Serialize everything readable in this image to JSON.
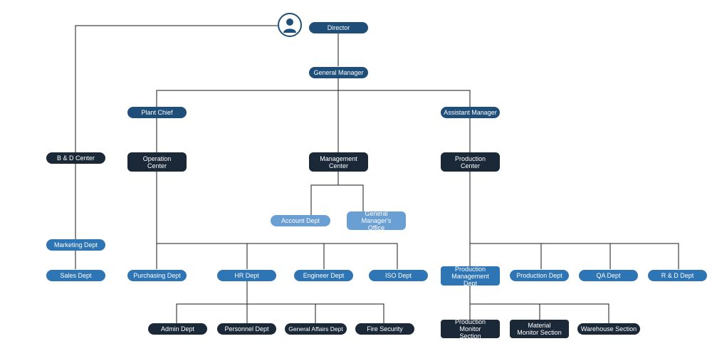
{
  "colors": {
    "navy": "#1f4e79",
    "blue": "#2e75b6",
    "dark": "#1b2838",
    "light": "#6a9fd4",
    "line": "#1a1a1a"
  },
  "nodes": {
    "director": "Director",
    "general_manager": "General Manager",
    "plant_chief": "Plant Chief",
    "assistant_manager": "Assistant Manager",
    "bd_center": "B & D Center",
    "operation_center": "Operation Center",
    "management_center": "Management Center",
    "production_center": "Production Center",
    "account_dept": "Account Dept",
    "gm_office": "General Manager's Office",
    "marketing_dept": "Marketing Dept",
    "sales_dept": "Sales Dept",
    "purchasing_dept": "Purchasing Dept",
    "hr_dept": "HR Dept",
    "engineer_dept": "Engineer Dept",
    "iso_dept": "ISO Dept",
    "production_mgmt_dept": "Production Management Dept",
    "production_dept": "Production Dept",
    "qa_dept": "QA Dept",
    "rd_dept": "R & D Dept",
    "admin_dept": "Admin Dept",
    "personnel_dept": "Personnel Dept",
    "general_affairs_dept": "General Affairs Dept",
    "fire_security": "Fire Security",
    "production_monitor": "Production Monitor Section",
    "material_monitor": "Material Monitor Section",
    "warehouse_section": "Warehouse Section"
  },
  "icons": {
    "director_avatar": "user-avatar-icon"
  }
}
